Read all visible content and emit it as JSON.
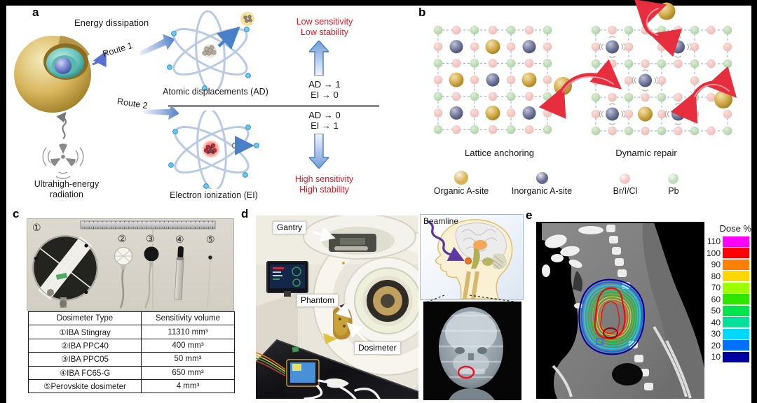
{
  "panel_a": {
    "label": "a",
    "heading": "Energy dissipation",
    "route1": "Route 1",
    "route2": "Route 2",
    "source_label": "Ultrahigh-energy radiation",
    "ad_caption": "Atomic displacements (AD)",
    "ei_caption": "Electron ionization (EI)",
    "low_line1": "Low sensitivity",
    "low_line2": "Low stability",
    "high_line1": "High sensitivity",
    "high_line2": "High stability",
    "eq_top_line1": "AD → 1",
    "eq_top_line2": "EI  → 0",
    "eq_bot_line1": "AD → 0",
    "eq_bot_line2": "EI  → 1",
    "accent_red": "#e01b24",
    "arrow_blue": "#4f7fc8"
  },
  "panel_b": {
    "label": "b",
    "caption_left": "Lattice anchoring",
    "caption_right": "Dynamic repair",
    "legend": [
      {
        "name": "Organic A-site",
        "color": "#d9b254"
      },
      {
        "name": "Inorganic A-site",
        "color": "#636a91"
      },
      {
        "name": "Br/I/Cl",
        "color": "#f2c6c0"
      },
      {
        "name": "Pb",
        "color": "#bedcba"
      }
    ],
    "exchange_arrow_color": "#e62e3e"
  },
  "panel_c": {
    "label": "c",
    "item_markers": [
      "①",
      "②",
      "③",
      "④",
      "⑤"
    ],
    "table": {
      "headers": [
        "Dosimeter Type",
        "Sensitivity volume"
      ],
      "rows": [
        [
          "①IBA Stingray",
          "11310 mm³"
        ],
        [
          "②IBA PPC40",
          "400 mm³"
        ],
        [
          "③IBA PPC05",
          "50 mm³"
        ],
        [
          "④IBA FC65-G",
          "650 mm³"
        ],
        [
          "⑤Perovskite dosimeter",
          "4 mm³"
        ]
      ]
    }
  },
  "panel_d": {
    "label": "d",
    "ann_gantry": "Gantry",
    "ann_phantom": "Phantom",
    "ann_dosimeter": "Dosimeter",
    "inset_label": "Beamline"
  },
  "panel_e": {
    "label": "e",
    "colorbar": {
      "title": "Dose %",
      "entries": [
        {
          "value": "110",
          "color": "#ff00ff"
        },
        {
          "value": "100",
          "color": "#ff0000"
        },
        {
          "value": "90",
          "color": "#ff7f00"
        },
        {
          "value": "80",
          "color": "#ffd700"
        },
        {
          "value": "70",
          "color": "#9dff00"
        },
        {
          "value": "60",
          "color": "#2ee600"
        },
        {
          "value": "50",
          "color": "#00e44c"
        },
        {
          "value": "40",
          "color": "#00e29a"
        },
        {
          "value": "30",
          "color": "#00d9ff"
        },
        {
          "value": "20",
          "color": "#0070ff"
        },
        {
          "value": "10",
          "color": "#0000a0"
        }
      ]
    }
  }
}
